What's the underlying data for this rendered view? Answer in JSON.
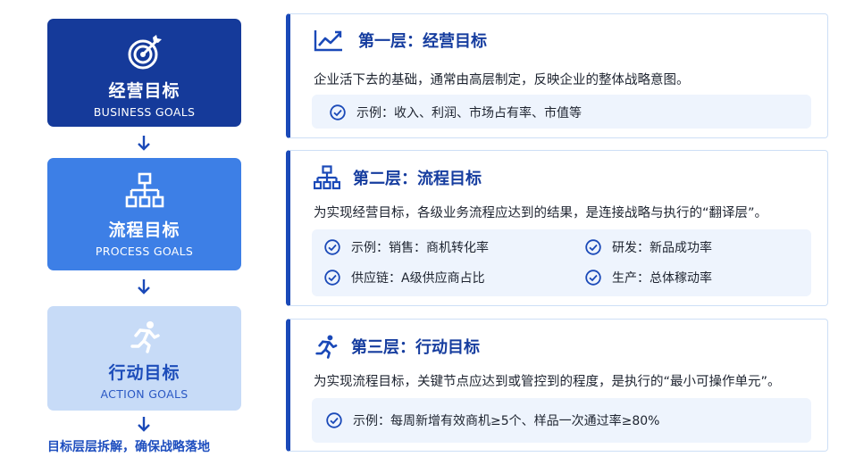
{
  "left": {
    "business": {
      "zh": "经营目标",
      "en": "BUSINESS GOALS"
    },
    "process": {
      "zh": "流程目标",
      "en": "PROCESS GOALS"
    },
    "action": {
      "zh": "行动目标",
      "en": "ACTION GOALS"
    },
    "footer": "目标层层拆解，确保战略落地"
  },
  "colors": {
    "dark_blue": "#153a9a",
    "mid_blue": "#3d7fe6",
    "light_blue": "#c7dbf7",
    "accent": "#1a49b8"
  },
  "layers": [
    {
      "title": "第一层：经营目标",
      "icon": "trend-chart-icon",
      "desc": "企业活下去的基础，通常由高层制定，反映企业的整体战略意图。",
      "items": [
        "示例：收入、利润、市场占有率、市值等"
      ]
    },
    {
      "title": "第二层：流程目标",
      "icon": "org-chart-icon",
      "desc": "为实现经营目标，各级业务流程应达到的结果，是连接战略与执行的“翻译层”。",
      "items": [
        "示例：销售：商机转化率",
        "研发：新品成功率",
        "供应链：A级供应商占比",
        "生产：总体稼动率"
      ]
    },
    {
      "title": "第三层：行动目标",
      "icon": "running-person-icon",
      "desc": "为实现流程目标，关键节点应达到或管控到的程度，是执行的“最小可操作单元”。",
      "items": [
        "示例：每周新增有效商机≥5个、样品一次通过率≥80%"
      ]
    }
  ]
}
